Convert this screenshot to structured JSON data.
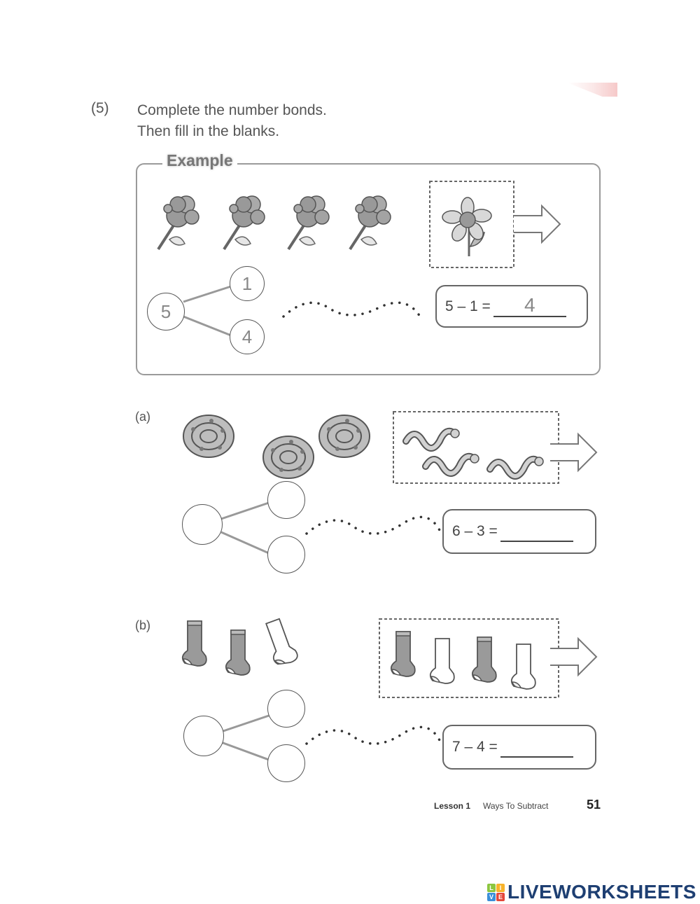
{
  "question": {
    "number": "(5)",
    "instructions": [
      "Complete the number bonds.",
      "Then fill in the blanks."
    ]
  },
  "example": {
    "label": "Example",
    "pictures": {
      "group_count": 4,
      "group_item": "rose-icon",
      "taken_count": 1,
      "taken_item": "daisy-icon"
    },
    "bond": {
      "whole": "5",
      "part1": "1",
      "part2": "4"
    },
    "equation": "5 – 1 =",
    "answer": "4"
  },
  "parts": [
    {
      "label": "(a)",
      "pictures": {
        "group_count": 3,
        "group_item": "coiled-snake-icon",
        "taken_count": 3,
        "taken_item": "snake-icon"
      },
      "bond": {
        "whole": "",
        "part1": "",
        "part2": ""
      },
      "equation": "6 – 3 =",
      "answer": ""
    },
    {
      "label": "(b)",
      "pictures": {
        "group_count": 3,
        "group_item": "sock-icon",
        "taken_count": 4,
        "taken_item": "sock-icon"
      },
      "bond": {
        "whole": "",
        "part1": "",
        "part2": ""
      },
      "equation": "7 – 4 =",
      "answer": ""
    }
  ],
  "footer": {
    "lesson": "Lesson 1",
    "title": "Ways To Subtract",
    "page": "51"
  },
  "brand": {
    "blocks": [
      "L",
      "I",
      "V",
      "E"
    ],
    "block_colors": [
      "#8cc63f",
      "#f7b32b",
      "#3b8fd9",
      "#e4473a"
    ],
    "name": "LIVEWORKSHEETS",
    "color": "#1e3f72"
  }
}
